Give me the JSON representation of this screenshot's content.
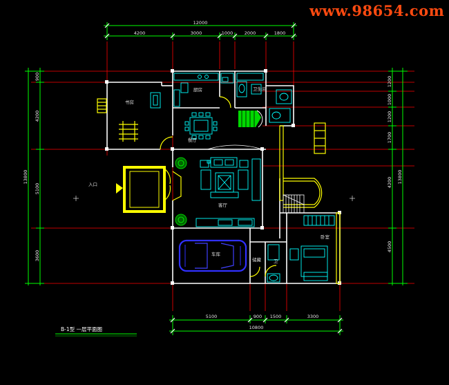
{
  "watermark": "www.98654.com",
  "dimensions": {
    "top_total": "12000",
    "top_segments": [
      "4200",
      "3000",
      "1000",
      "2000",
      "1800"
    ],
    "left_total": "13800",
    "left_segments": [
      "900",
      "4200",
      "5100",
      "3600"
    ],
    "right_total": "13800",
    "right_segments": [
      "1200",
      "1000",
      "1200",
      "1700",
      "4200",
      "4500"
    ],
    "bottom_segments": [
      "5100",
      "900",
      "1500",
      "3300"
    ],
    "bottom_total": "10800"
  },
  "rooms": {
    "study": "书房",
    "kitchen": "厨房",
    "bathroom": "卫生间",
    "dining": "餐厅",
    "living_room": "客厅",
    "entrance": "入口",
    "garage": "车库",
    "storage": "储藏",
    "toilet": "卫",
    "bedroom": "卧室"
  },
  "drawing_title": "B-1型  一层平面图",
  "colors": {
    "background": "#000000",
    "dimension_line": "#00ff00",
    "axis_line": "#ff0000",
    "wall": "#ffffff",
    "furniture": "#00ffff",
    "accent": "#ffff00",
    "car": "#3030ff",
    "watermark": "#ff4a10"
  }
}
